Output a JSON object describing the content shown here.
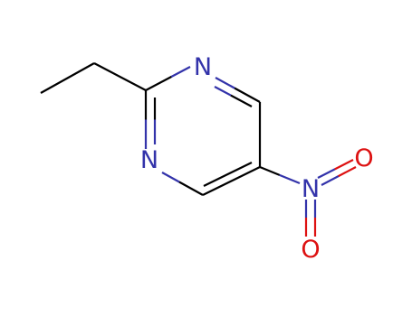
{
  "molecule": {
    "atoms": {
      "n1": {
        "label": "N",
        "color": "#3333aa"
      },
      "n3": {
        "label": "N",
        "color": "#3333aa"
      },
      "n_nitro": {
        "label": "N",
        "color": "#3333aa"
      },
      "o1": {
        "label": "O",
        "color": "#dd1111"
      },
      "o2": {
        "label": "O",
        "color": "#dd1111"
      }
    },
    "bond_color": "#000000"
  }
}
